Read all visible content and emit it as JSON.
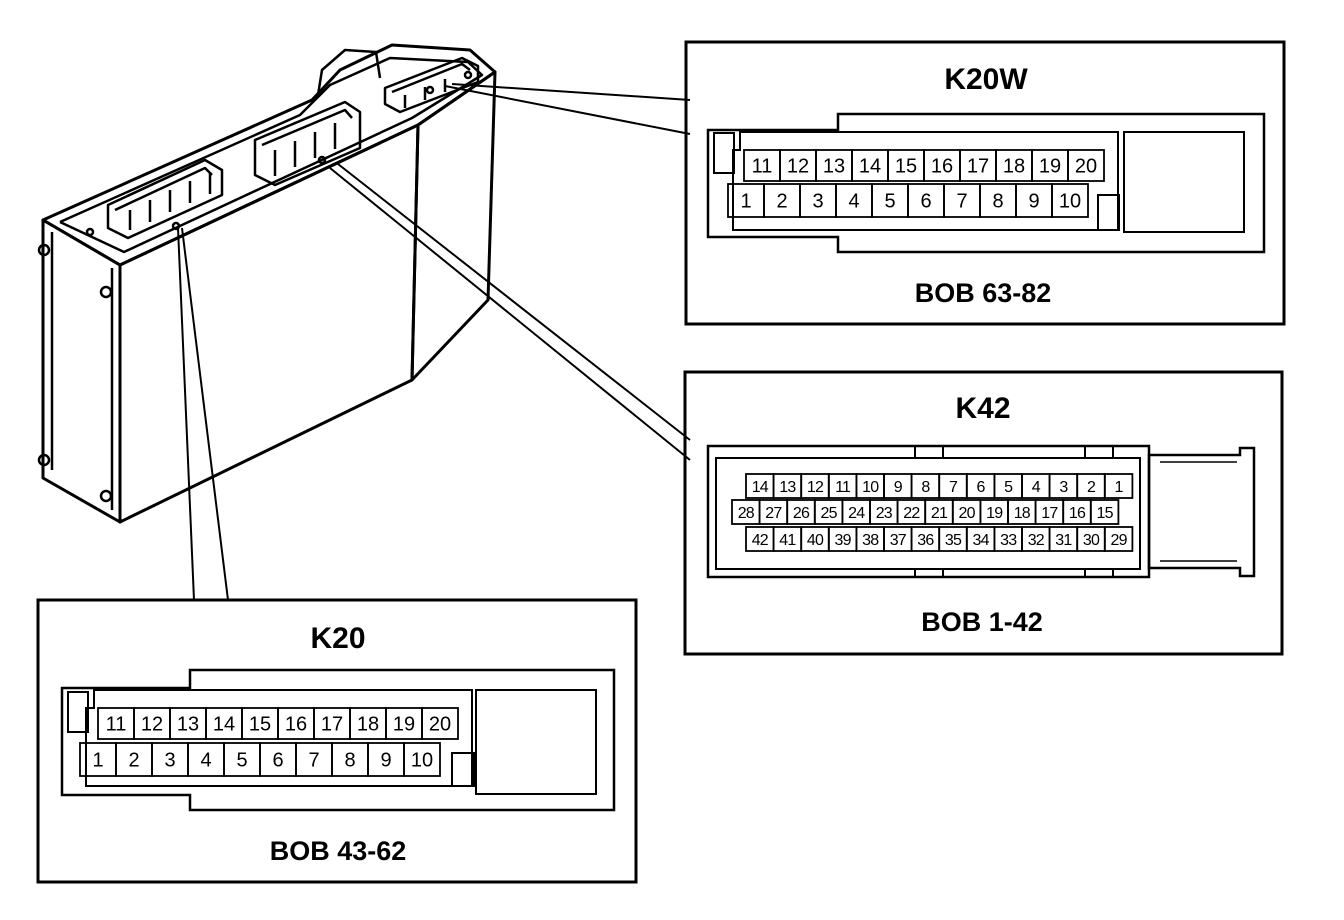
{
  "connectors": {
    "k20w": {
      "title": "K20W",
      "bob": "BOB 63-82",
      "row_top": [
        "11",
        "12",
        "13",
        "14",
        "15",
        "16",
        "17",
        "18",
        "19",
        "20"
      ],
      "row_bottom": [
        "1",
        "2",
        "3",
        "4",
        "5",
        "6",
        "7",
        "8",
        "9",
        "10"
      ]
    },
    "k42": {
      "title": "K42",
      "bob": "BOB 1-42",
      "row_top": [
        "14",
        "13",
        "12",
        "11",
        "10",
        "9",
        "8",
        "7",
        "6",
        "5",
        "4",
        "3",
        "2",
        "1"
      ],
      "row_mid": [
        "28",
        "27",
        "26",
        "25",
        "24",
        "23",
        "22",
        "21",
        "20",
        "19",
        "18",
        "17",
        "16",
        "15"
      ],
      "row_bottom": [
        "42",
        "41",
        "40",
        "39",
        "38",
        "37",
        "36",
        "35",
        "34",
        "33",
        "32",
        "31",
        "30",
        "29"
      ]
    },
    "k20": {
      "title": "K20",
      "bob": "BOB 43-62",
      "row_top": [
        "11",
        "12",
        "13",
        "14",
        "15",
        "16",
        "17",
        "18",
        "19",
        "20"
      ],
      "row_bottom": [
        "1",
        "2",
        "3",
        "4",
        "5",
        "6",
        "7",
        "8",
        "9",
        "10"
      ]
    }
  }
}
